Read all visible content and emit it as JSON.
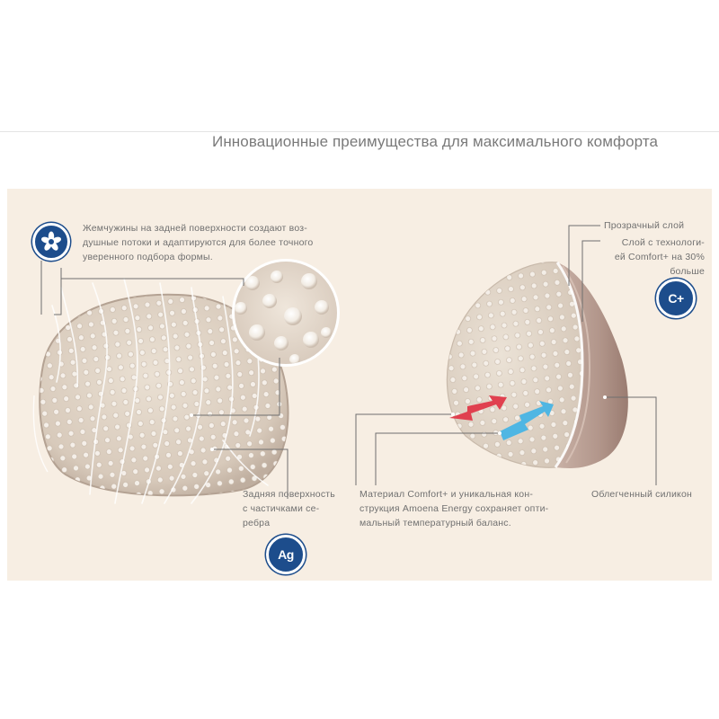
{
  "headline": "Инновационные преимущества для максимального комфорта",
  "left": {
    "pearls_label": [
      "Жемчужины на задней поверхности создают воз-",
      "душные потоки и адаптируются для более точного",
      "уверенного подбора формы."
    ],
    "back_label": [
      "Задняя поверхность",
      "с частичками се-",
      "ребра"
    ],
    "ag_badge": "Ag",
    "pearls_icon": "flower-icon"
  },
  "right": {
    "clear_layer": "Прозрачный слой",
    "comfort_layer": [
      "Слой с технологи-",
      "ей Comfort+ на 30%",
      "больше"
    ],
    "cplus_badge": "C+",
    "light_silicone": "Облегченный силикон",
    "material": [
      "Материал Comfort+ и уникальная кон-",
      "струкция Amoena Energy сохраняет опти-",
      "мальный температурный баланс."
    ]
  },
  "colors": {
    "panel": "#f7eee3",
    "badge": "#1d4d8c",
    "prosthesis": "#dccfc1",
    "shell": "#a98a7f",
    "arrow_red": "#e0404f",
    "arrow_blue": "#4fb6e3"
  }
}
